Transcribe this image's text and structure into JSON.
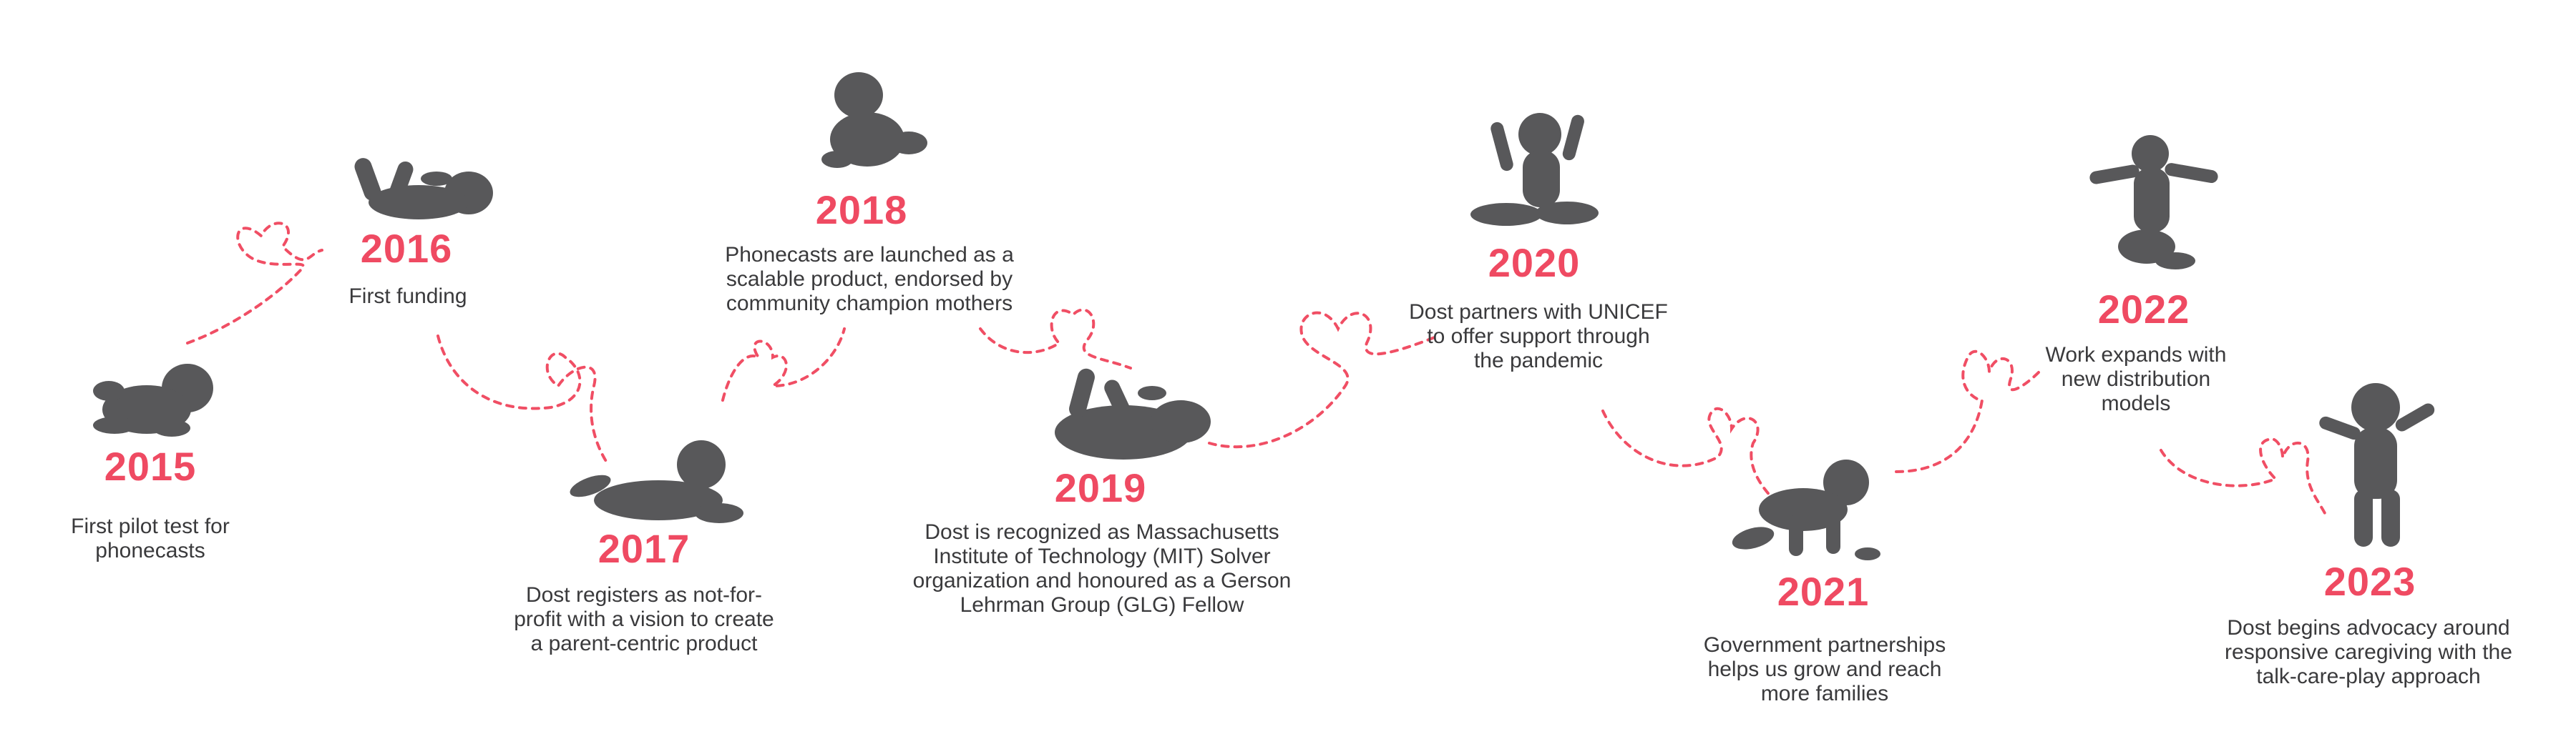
{
  "milestones": [
    {
      "year": "2015",
      "lines": [
        "First pilot test for",
        "phonecasts"
      ],
      "icon": "baby-lying-icon"
    },
    {
      "year": "2016",
      "lines": [
        "First funding"
      ],
      "icon": "baby-on-back-icon"
    },
    {
      "year": "2017",
      "lines": [
        "Dost registers as not-for-",
        "profit with a vision to create",
        "a parent-centric product"
      ],
      "icon": "baby-tummy-time-icon"
    },
    {
      "year": "2018",
      "lines": [
        "Phonecasts are launched as a",
        "scalable product, endorsed by",
        "community champion mothers"
      ],
      "icon": "baby-rolling-icon"
    },
    {
      "year": "2019",
      "lines": [
        "Dost is recognized as Massachusetts",
        "Institute of Technology (MIT) Solver",
        "organization and honoured as a Gerson",
        "Lehrman Group (GLG) Fellow"
      ],
      "icon": "baby-playing-on-back-icon"
    },
    {
      "year": "2020",
      "lines": [
        "Dost partners with UNICEF",
        "to offer support through",
        "the pandemic"
      ],
      "icon": "baby-sitting-icon"
    },
    {
      "year": "2021",
      "lines": [
        "Government partnerships",
        "helps us grow and reach",
        "more families"
      ],
      "icon": "baby-crawling-icon"
    },
    {
      "year": "2022",
      "lines": [
        "Work expands with",
        "new distribution",
        "models"
      ],
      "icon": "baby-kneeling-icon"
    },
    {
      "year": "2023",
      "lines": [
        "Dost begins advocacy around",
        "responsive caregiving with the",
        "talk-care-play approach"
      ],
      "icon": "baby-walking-icon"
    }
  ],
  "colors": {
    "accent": "#ef4a62",
    "silhouette": "#58585a",
    "text": "#3a3a3c"
  }
}
